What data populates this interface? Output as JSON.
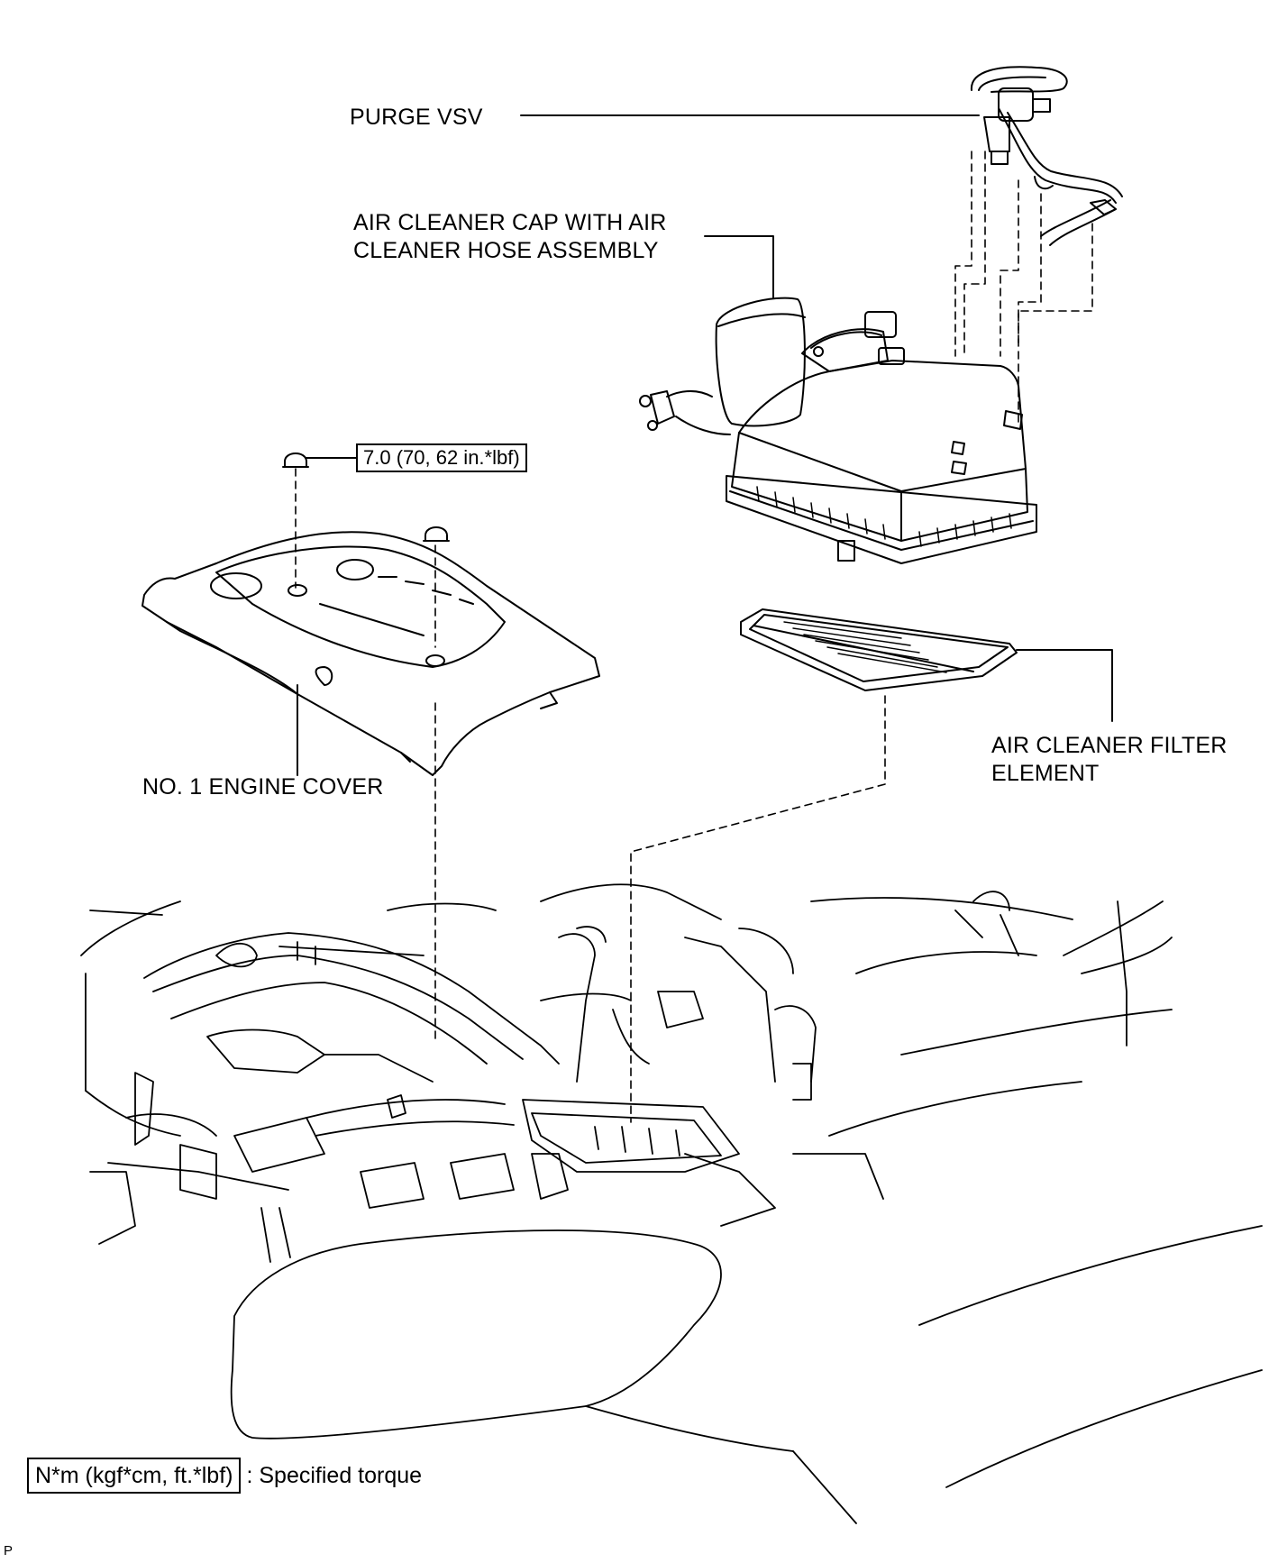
{
  "labels": {
    "purge_vsv": "PURGE VSV",
    "air_cleaner_cap_line1": "AIR CLEANER CAP WITH AIR",
    "air_cleaner_cap_line2": "CLEANER HOSE ASSEMBLY",
    "engine_cover": "NO. 1 ENGINE COVER",
    "filter_line1": "AIR CLEANER FILTER",
    "filter_line2": "ELEMENT"
  },
  "torque_spec": "7.0 (70, 62 in.*lbf)",
  "legend": {
    "unit_box": "N*m (kgf*cm, ft.*lbf)",
    "description": ": Specified torque"
  },
  "footer_code": "P",
  "colors": {
    "line": "#000000",
    "background": "#ffffff"
  }
}
